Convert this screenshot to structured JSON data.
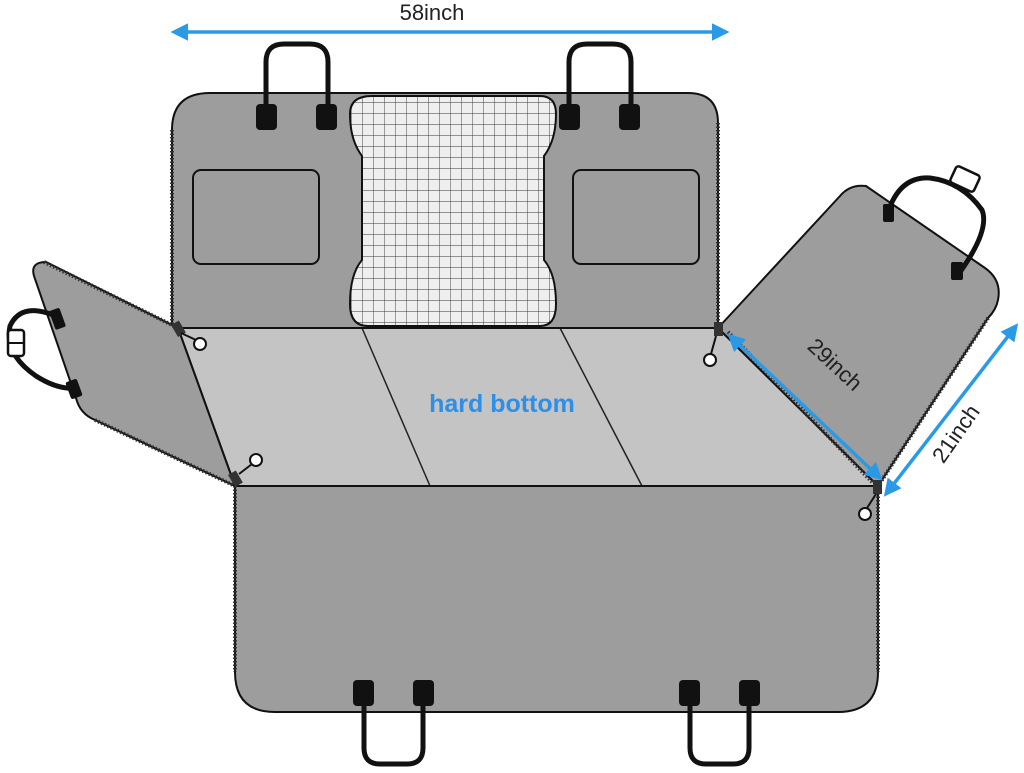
{
  "labels": {
    "width_label": "58inch",
    "flap_length_label": "29inch",
    "flap_width_label": "21inch",
    "bottom_label": "hard bottom"
  },
  "colors": {
    "panel": "#9d9d9d",
    "seat": "#c4c4c4",
    "outline": "#111111",
    "arrow": "#2b9ae6",
    "bottom_label": "#2e8fe8",
    "mesh": "#efefef"
  },
  "icons": [
    "strap-handle-icon",
    "buckle-icon",
    "zipper-pull-icon",
    "mesh-window-icon",
    "pocket-icon"
  ]
}
